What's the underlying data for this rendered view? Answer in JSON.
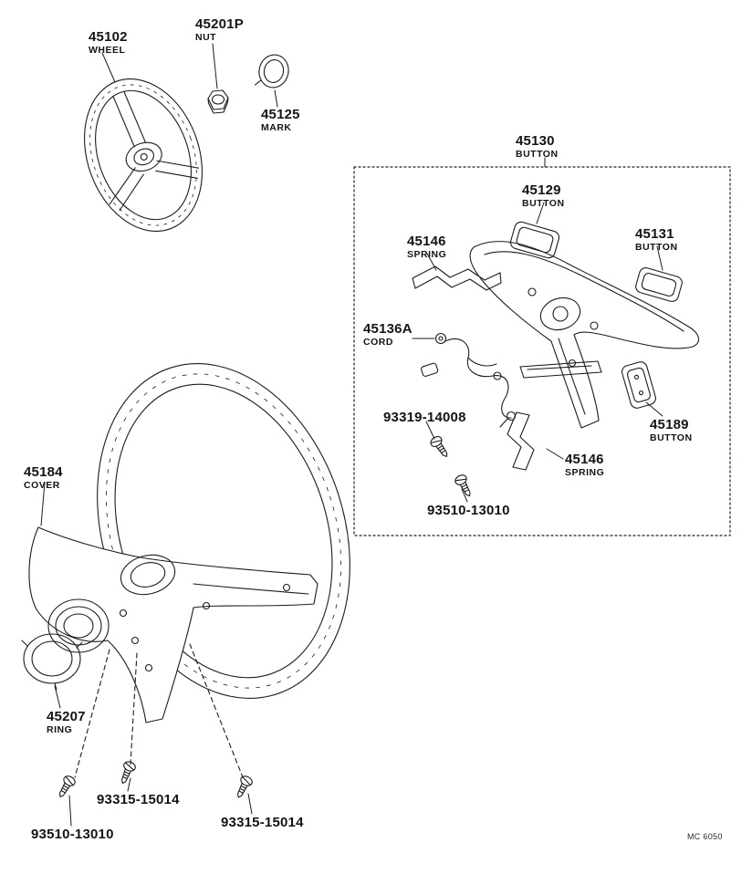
{
  "figure": {
    "code": "MC 6050"
  },
  "labels": {
    "wheel": {
      "part": "45102",
      "name": "WHEEL"
    },
    "nut": {
      "part": "45201P",
      "name": "NUT"
    },
    "mark": {
      "part": "45125",
      "name": "MARK"
    },
    "button_assembly": {
      "part": "45130",
      "name": "BUTTON"
    },
    "button_upper": {
      "part": "45129",
      "name": "BUTTON"
    },
    "spring_upper": {
      "part": "45146",
      "name": "SPRING"
    },
    "button_right": {
      "part": "45131",
      "name": "BUTTON"
    },
    "cord": {
      "part": "45136A",
      "name": "CORD"
    },
    "screw_93319": {
      "part": "93319-14008"
    },
    "button_lower": {
      "part": "45189",
      "name": "BUTTON"
    },
    "spring_lower": {
      "part": "45146",
      "name": "SPRING"
    },
    "screw_93510_box": {
      "part": "93510-13010"
    },
    "cover": {
      "part": "45184",
      "name": "COVER"
    },
    "ring": {
      "part": "45207",
      "name": "RING"
    },
    "screw_93315_left": {
      "part": "93315-15014"
    },
    "screw_93315_right": {
      "part": "93315-15014"
    },
    "screw_93510_bottom": {
      "part": "93510-13010"
    }
  }
}
